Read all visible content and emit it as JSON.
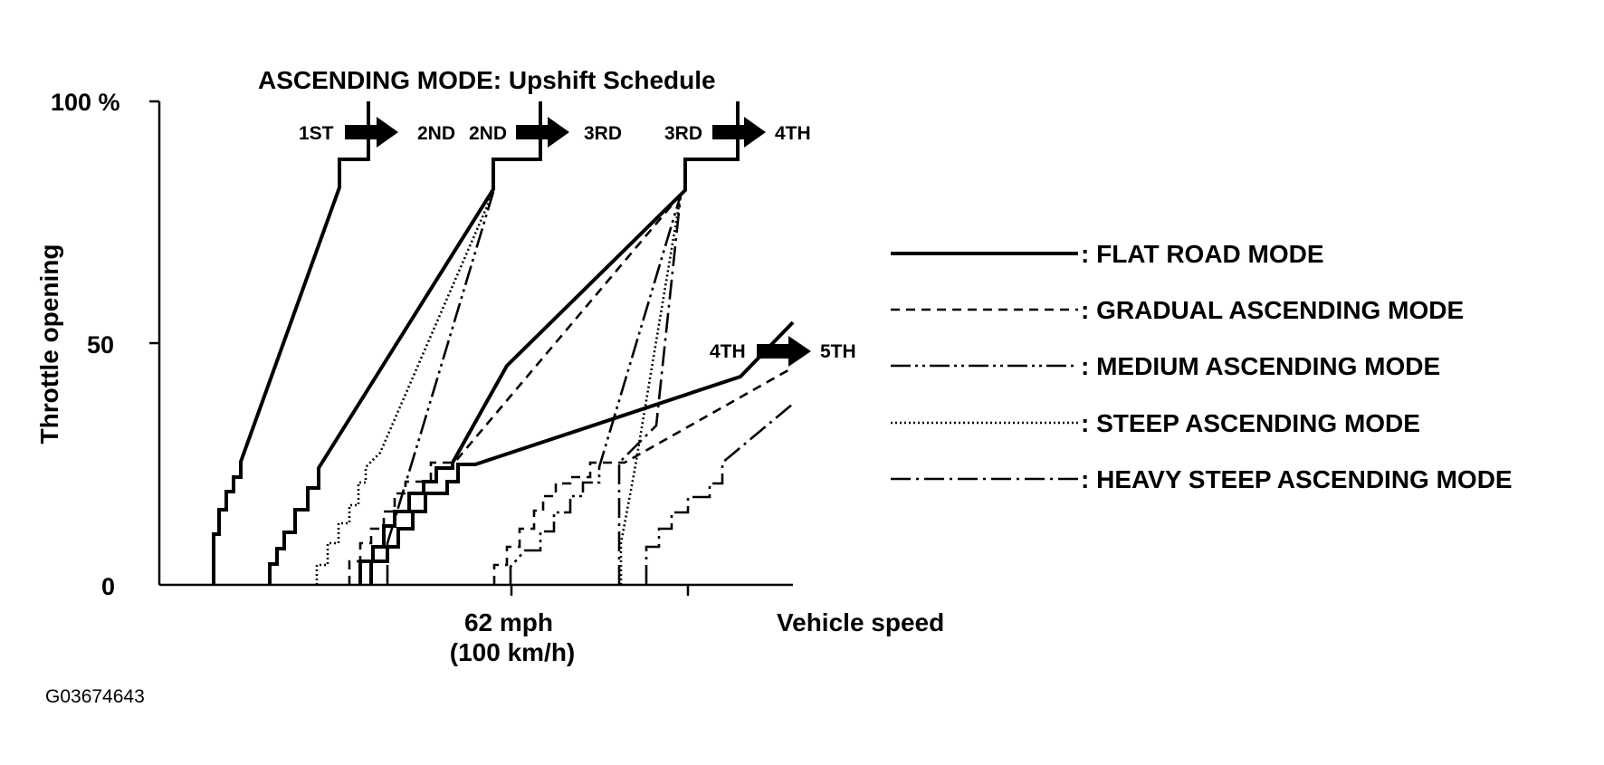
{
  "title": "ASCENDING MODE: Upshift Schedule",
  "y_axis": {
    "label": "Throttle opening",
    "ticks": [
      "100 %",
      "50",
      "0"
    ]
  },
  "x_axis": {
    "label": "Vehicle speed",
    "tick_label_line1": "62 mph",
    "tick_label_line2": "(100 km/h)"
  },
  "shift_labels": [
    {
      "from": "1ST",
      "to": "2ND"
    },
    {
      "from": "2ND",
      "to": "3RD"
    },
    {
      "from": "3RD",
      "to": "4TH"
    },
    {
      "from": "4TH",
      "to": "5TH"
    }
  ],
  "legend": [
    {
      "style": "solid",
      "label": ": FLAT ROAD MODE"
    },
    {
      "style": "dashed",
      "label": ": GRADUAL ASCENDING MODE"
    },
    {
      "style": "dash-dot-dot",
      "label": ": MEDIUM ASCENDING MODE"
    },
    {
      "style": "dotted",
      "label": ": STEEP ASCENDING MODE"
    },
    {
      "style": "dash-dot",
      "label": ": HEAVY STEEP ASCENDING MODE"
    }
  ],
  "figure_id": "G03674643"
}
